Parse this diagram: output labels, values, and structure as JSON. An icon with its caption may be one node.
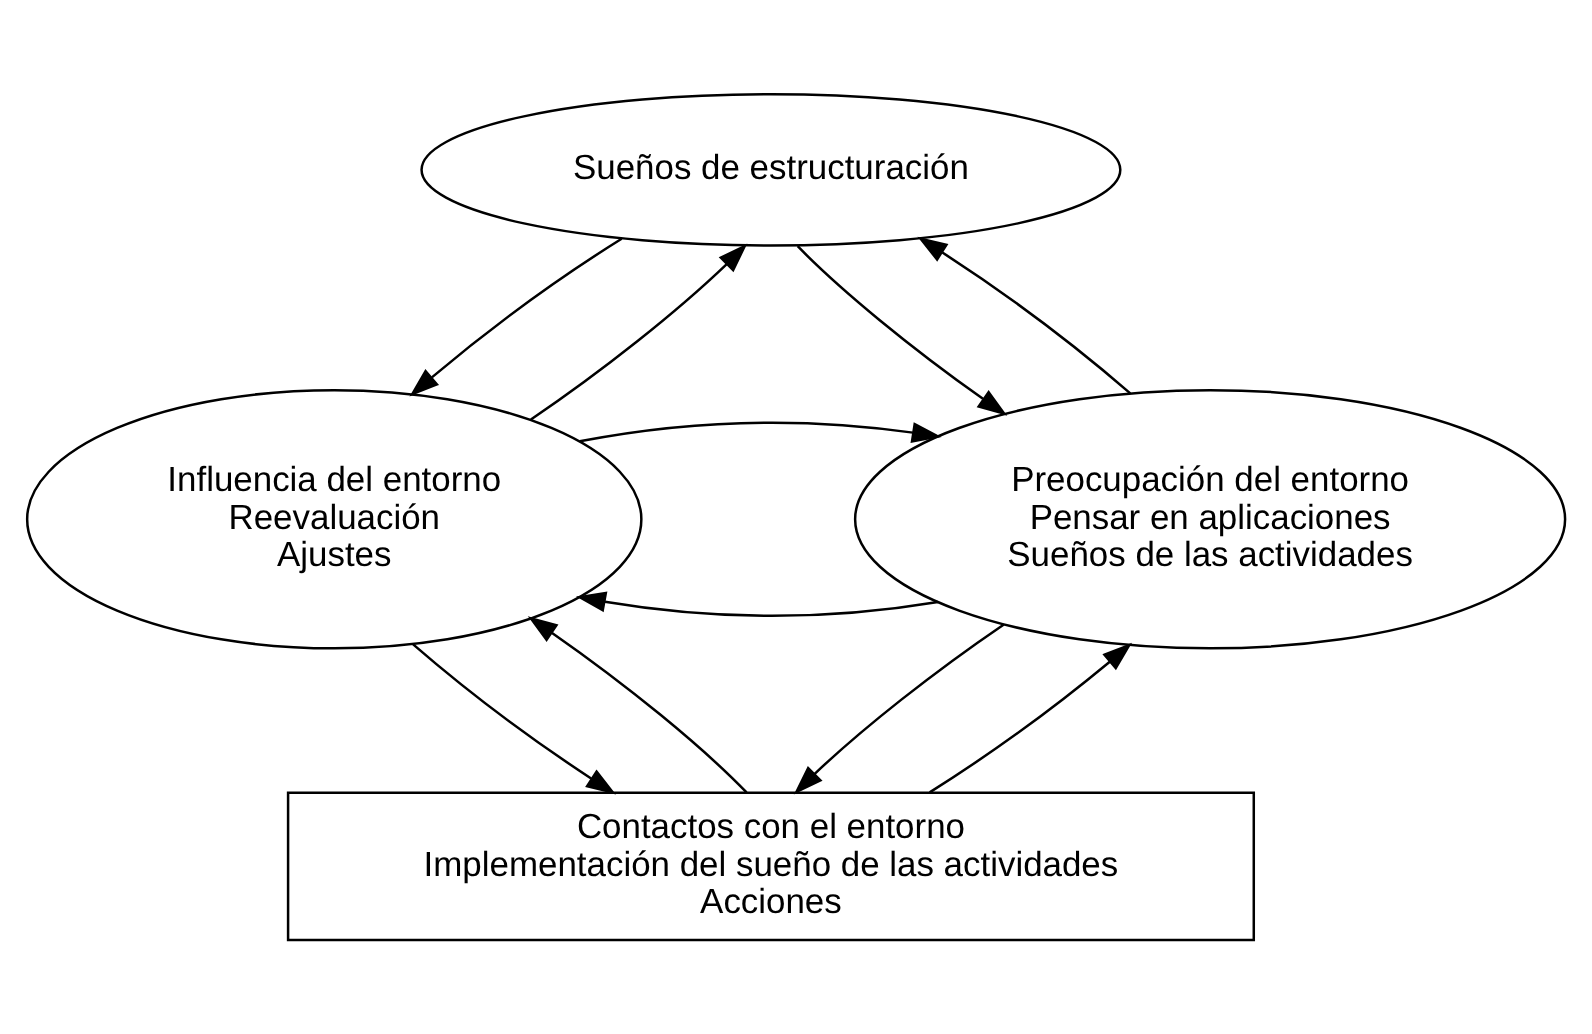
{
  "diagram": {
    "nodes": [
      {
        "text": [
          "Sueños de estructuración"
        ]
      },
      {
        "text": [
          "Influencia del entorno",
          "Reevaluación",
          "Ajustes"
        ]
      },
      {
        "text": [
          "Preocupación del entorno",
          "Pensar en aplicaciones",
          "Sueños de las actividades"
        ]
      },
      {
        "text": [
          "Contactos con el entorno",
          "Implementación del sueño de las actividades",
          "Acciones"
        ]
      }
    ],
    "edges": [
      {
        "from": 1,
        "to": 0,
        "arrow": "to"
      },
      {
        "from": 0,
        "to": 1,
        "arrow": "to"
      },
      {
        "from": 0,
        "to": 2,
        "arrow": "to"
      },
      {
        "from": 2,
        "to": 0,
        "arrow": "to"
      },
      {
        "from": 2,
        "to": 1,
        "arrow": "to"
      },
      {
        "from": 1,
        "to": 2,
        "arrow": "to"
      },
      {
        "from": 3,
        "to": 1,
        "arrow": "to"
      },
      {
        "from": 1,
        "to": 3,
        "arrow": "to"
      },
      {
        "from": 2,
        "to": 3,
        "arrow": "to"
      },
      {
        "from": 3,
        "to": 2,
        "arrow": "to"
      }
    ]
  }
}
